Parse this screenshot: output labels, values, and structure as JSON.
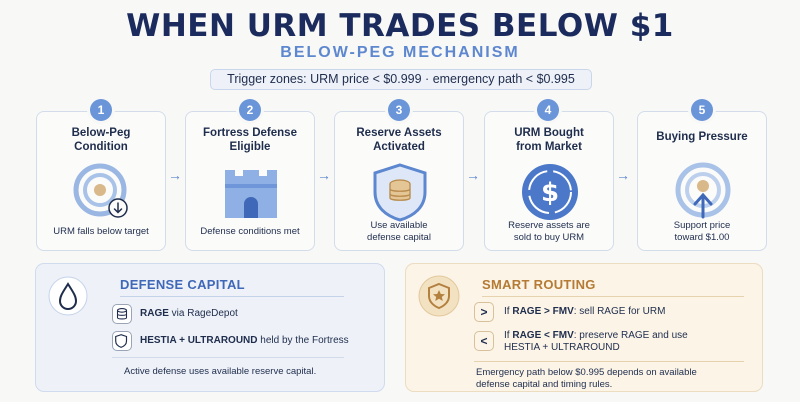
{
  "header": {
    "title": "WHEN URM TRADES BELOW $1",
    "subtitle": "BELOW-PEG MECHANISM",
    "trigger": "Trigger zones: URM price < $0.999 · emergency path < $0.995"
  },
  "steps": [
    {
      "number": "1",
      "title_line1": "Below-Peg",
      "title_line2": "Condition",
      "caption_line1": "URM falls below target",
      "caption_line2": ""
    },
    {
      "number": "2",
      "title_line1": "Fortress Defense",
      "title_line2": "Eligible",
      "caption_line1": "Defense conditions met",
      "caption_line2": ""
    },
    {
      "number": "3",
      "title_line1": "Reserve Assets",
      "title_line2": "Activated",
      "caption_line1": "Use available",
      "caption_line2": "defense capital"
    },
    {
      "number": "4",
      "title_line1": "URM Bought",
      "title_line2": "from Market",
      "caption_line1": "Reserve assets are",
      "caption_line2": "sold to buy URM"
    },
    {
      "number": "5",
      "title_line1": "Buying Pressure",
      "title_line2": "",
      "caption_line1": "Support price",
      "caption_line2": "toward $1.00"
    }
  ],
  "arrow_glyph": "→",
  "defense_capital": {
    "heading": "DEFENSE CAPITAL",
    "item1_bold": "RAGE",
    "item1_rest": " via RageDepot",
    "item2_bold": "HESTIA + ULTRAROUND",
    "item2_rest": " held by the Fortress",
    "footer": "Active defense uses available reserve capital."
  },
  "smart_routing": {
    "heading": "SMART ROUTING",
    "rule1_symbol": ">",
    "rule1_prefix": "If ",
    "rule1_bold": "RAGE > FMV",
    "rule1_rest": ": sell RAGE for URM",
    "rule2_symbol": "<",
    "rule2_prefix": "If ",
    "rule2_bold": "RAGE < FMV",
    "rule2_rest": ": preserve RAGE and use",
    "rule2_line2": "HESTIA + ULTRAROUND",
    "footer_line1": "Emergency path below $0.995 depends on available",
    "footer_line2": "defense capital and timing rules."
  },
  "colors": {
    "navy": "#1b2b5e",
    "accent_blue": "#5d87cf",
    "badge_blue": "#6a95d8",
    "defense_panel_bg": "#eef2f8",
    "routing_panel_bg": "#fbf4e7",
    "routing_accent": "#c9954f"
  },
  "icons": {
    "step1": "target-down-icon",
    "step2": "castle-icon",
    "step3": "shield-coins-icon",
    "step4": "dollar-cycle-icon",
    "step5": "target-up-icon",
    "defense": "drop-icon",
    "routing": "star-shield-icon"
  }
}
